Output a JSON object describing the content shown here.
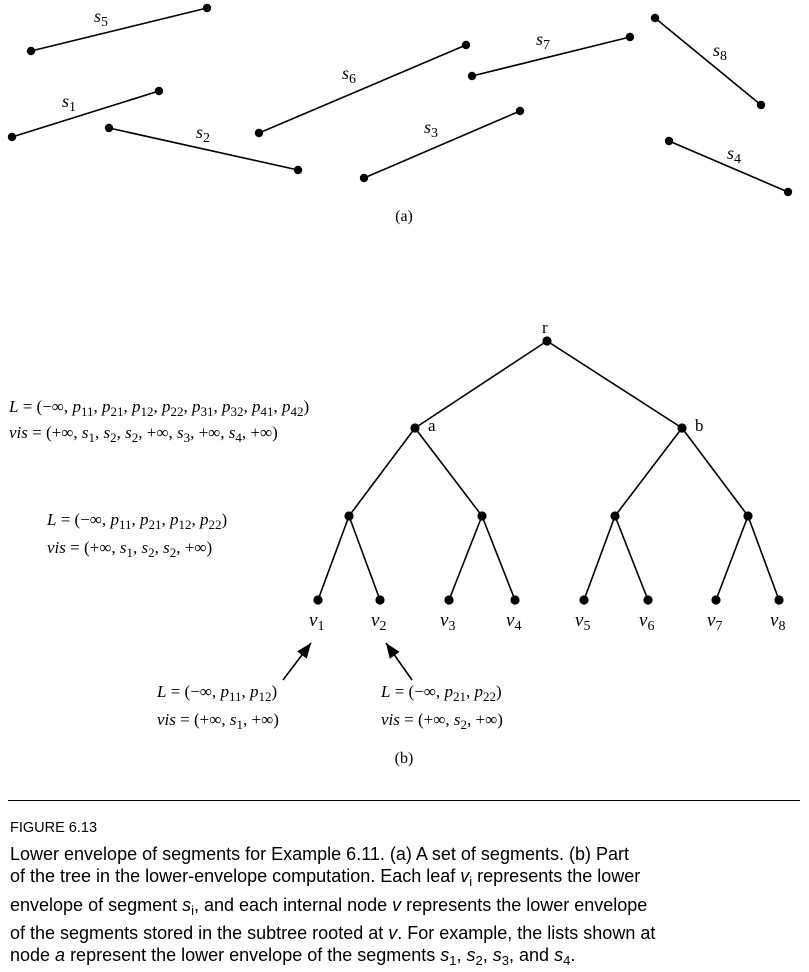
{
  "panel_a": {
    "caption": "(a)",
    "segments": [
      {
        "label_base": "s",
        "label_sub": "5"
      },
      {
        "label_base": "s",
        "label_sub": "1"
      },
      {
        "label_base": "s",
        "label_sub": "2"
      },
      {
        "label_base": "s",
        "label_sub": "6"
      },
      {
        "label_base": "s",
        "label_sub": "7"
      },
      {
        "label_base": "s",
        "label_sub": "3"
      },
      {
        "label_base": "s",
        "label_sub": "8"
      },
      {
        "label_base": "s",
        "label_sub": "4"
      }
    ]
  },
  "panel_b": {
    "caption": "(b)",
    "node_labels": {
      "root": "r",
      "a": "a",
      "b": "b"
    },
    "leaves": [
      {
        "base": "v",
        "sub": "1"
      },
      {
        "base": "v",
        "sub": "2"
      },
      {
        "base": "v",
        "sub": "3"
      },
      {
        "base": "v",
        "sub": "4"
      },
      {
        "base": "v",
        "sub": "5"
      },
      {
        "base": "v",
        "sub": "6"
      },
      {
        "base": "v",
        "sub": "7"
      },
      {
        "base": "v",
        "sub": "8"
      }
    ],
    "annotations": {
      "a_L": [
        [
          "L = (−∞, p",
          ""
        ],
        [
          "11",
          "sub"
        ],
        [
          ", p",
          ""
        ],
        [
          "21",
          "sub"
        ],
        [
          ", p",
          ""
        ],
        [
          "12",
          "sub"
        ],
        [
          ", p",
          ""
        ],
        [
          "22",
          "sub"
        ],
        [
          ", p",
          ""
        ],
        [
          "31",
          "sub"
        ],
        [
          ", p",
          ""
        ],
        [
          "32",
          "sub"
        ],
        [
          ", p",
          ""
        ],
        [
          "41",
          "sub"
        ],
        [
          ", p",
          ""
        ],
        [
          "42",
          "sub"
        ],
        [
          ")",
          ""
        ]
      ],
      "a_vis": [
        [
          "vis = (+∞, s",
          ""
        ],
        [
          "1",
          "sub"
        ],
        [
          ", s",
          ""
        ],
        [
          "2",
          "sub"
        ],
        [
          ", s",
          ""
        ],
        [
          "2",
          "sub"
        ],
        [
          ", +∞, s",
          ""
        ],
        [
          "3",
          "sub"
        ],
        [
          ", +∞, s",
          ""
        ],
        [
          "4",
          "sub"
        ],
        [
          ", +∞)",
          ""
        ]
      ],
      "left_L": [
        [
          "L = (−∞, p",
          ""
        ],
        [
          "11",
          "sub"
        ],
        [
          ", p",
          ""
        ],
        [
          "21",
          "sub"
        ],
        [
          ", p",
          ""
        ],
        [
          "12",
          "sub"
        ],
        [
          ", p",
          ""
        ],
        [
          "22",
          "sub"
        ],
        [
          ")",
          ""
        ]
      ],
      "left_vis": [
        [
          "vis = (+∞, s",
          ""
        ],
        [
          "1",
          "sub"
        ],
        [
          ", s",
          ""
        ],
        [
          "2",
          "sub"
        ],
        [
          ", s",
          ""
        ],
        [
          "2",
          "sub"
        ],
        [
          ", +∞)",
          ""
        ]
      ],
      "v1_L": [
        [
          "L = (−∞, p",
          ""
        ],
        [
          "11",
          "sub"
        ],
        [
          ", p",
          ""
        ],
        [
          "12",
          "sub"
        ],
        [
          ")",
          ""
        ]
      ],
      "v1_vis": [
        [
          "vis = (+∞, s",
          ""
        ],
        [
          "1",
          "sub"
        ],
        [
          ", +∞)",
          ""
        ]
      ],
      "v2_L": [
        [
          "L = (−∞, p",
          ""
        ],
        [
          "21",
          "sub"
        ],
        [
          ", p",
          ""
        ],
        [
          "22",
          "sub"
        ],
        [
          ")",
          ""
        ]
      ],
      "v2_vis": [
        [
          "vis = (+∞, s",
          ""
        ],
        [
          "2",
          "sub"
        ],
        [
          ", +∞)",
          ""
        ]
      ]
    }
  },
  "caption": {
    "label": "FIGURE 6.13",
    "body_lines": [
      [
        [
          "Lower envelope of segments for Example 6.11. (a) A set of segments. (b) Part",
          ""
        ]
      ],
      [
        [
          "of the tree in the lower-envelope computation. Each leaf ",
          ""
        ],
        [
          "v",
          "i"
        ],
        [
          "i",
          "isub"
        ],
        [
          " represents the lower",
          ""
        ]
      ],
      [
        [
          "envelope of segment ",
          ""
        ],
        [
          "s",
          "i"
        ],
        [
          "i",
          "isub"
        ],
        [
          ", and each internal node ",
          ""
        ],
        [
          "v",
          "i"
        ],
        [
          " represents the lower envelope",
          ""
        ]
      ],
      [
        [
          "of the segments stored in the subtree rooted at ",
          ""
        ],
        [
          "v",
          "i"
        ],
        [
          ". For example, the lists shown at",
          ""
        ]
      ],
      [
        [
          "node ",
          ""
        ],
        [
          "a",
          "i"
        ],
        [
          " represent the lower envelope of the segments ",
          ""
        ],
        [
          "s",
          "i"
        ],
        [
          "1",
          "isub"
        ],
        [
          ", ",
          ""
        ],
        [
          "s",
          "i"
        ],
        [
          "2",
          "isub"
        ],
        [
          ", ",
          ""
        ],
        [
          "s",
          "i"
        ],
        [
          "3",
          "isub"
        ],
        [
          ", and ",
          ""
        ],
        [
          "s",
          "i"
        ],
        [
          "4",
          "isub"
        ],
        [
          ".",
          ""
        ]
      ]
    ]
  }
}
